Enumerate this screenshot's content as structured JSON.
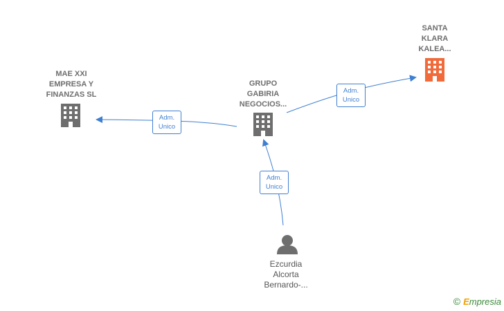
{
  "nodes": {
    "mae": {
      "label": "MAE XXI\nEMPRESA Y\nFINANZAS  SL",
      "icon": "building-icon",
      "color": "#6e6e6e"
    },
    "gabiria": {
      "label": "GRUPO\nGABIRIA\nNEGOCIOS...",
      "icon": "building-icon",
      "color": "#6e6e6e"
    },
    "santa": {
      "label": "SANTA\nKLARA\nKALEA...",
      "icon": "building-icon",
      "color": "#f06a3a"
    },
    "person": {
      "label": "Ezcurdia\nAlcorta\nBernardo-...",
      "icon": "person-icon",
      "color": "#6e6e6e"
    }
  },
  "edges": [
    {
      "from": "gabiria",
      "to": "mae",
      "label_line1": "Adm.",
      "label_line2": "Unico"
    },
    {
      "from": "gabiria",
      "to": "santa",
      "label_line1": "Adm.",
      "label_line2": "Unico"
    },
    {
      "from": "person",
      "to": "gabiria",
      "label_line1": "Adm.",
      "label_line2": "Unico"
    }
  ],
  "colors": {
    "edge": "#3f7fd0",
    "building": "#6e6e6e",
    "building_highlight": "#f06a3a"
  },
  "footer": {
    "copyright_symbol": "©",
    "brand_first": "E",
    "brand_rest": "mpresia"
  }
}
